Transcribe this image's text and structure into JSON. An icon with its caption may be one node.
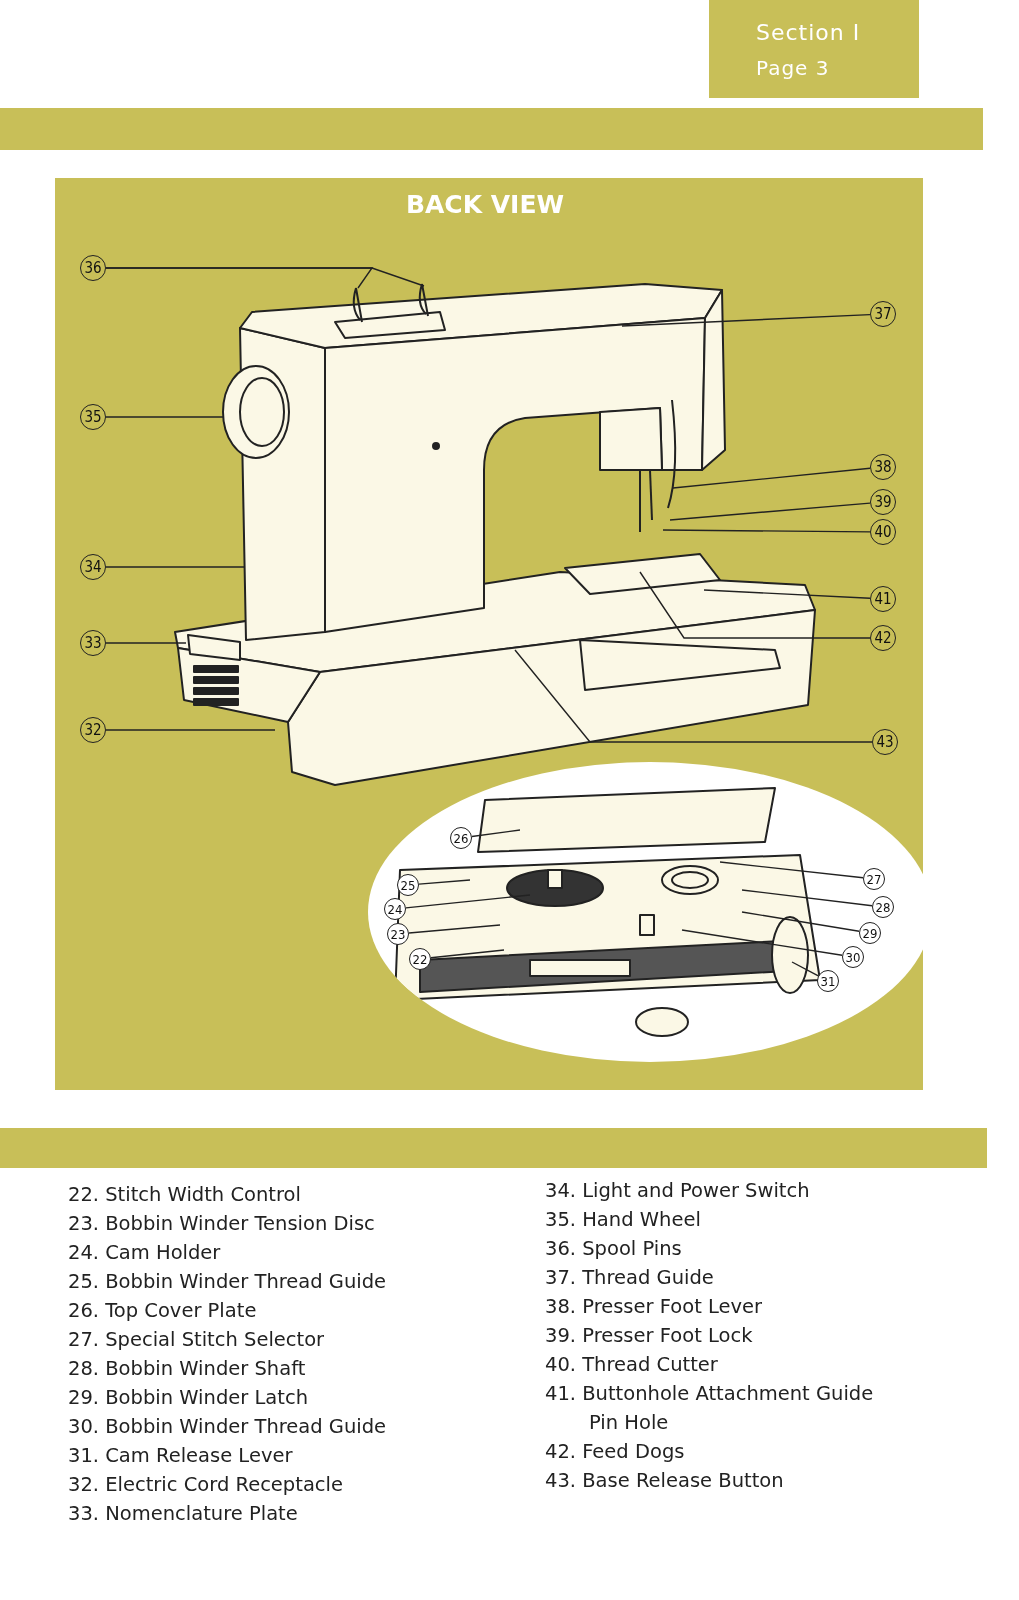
{
  "diagram": {
    "title": "BACK VIEW",
    "nodes": [
      {
        "text": [
          "36"
        ]
      },
      {
        "text": [
          "37"
        ]
      },
      {
        "text": [
          "35"
        ]
      },
      {
        "text": [
          "38"
        ]
      },
      {
        "text": [
          "39"
        ]
      },
      {
        "text": [
          "40"
        ]
      },
      {
        "text": [
          "34"
        ]
      },
      {
        "text": [
          "41"
        ]
      },
      {
        "text": [
          "42"
        ]
      },
      {
        "text": [
          "33"
        ]
      },
      {
        "text": [
          "32"
        ]
      },
      {
        "text": [
          "43"
        ]
      },
      {
        "text": [
          "26"
        ]
      },
      {
        "text": [
          "27"
        ]
      },
      {
        "text": [
          "25"
        ]
      },
      {
        "text": [
          "28"
        ]
      },
      {
        "text": [
          "24"
        ]
      },
      {
        "text": [
          "29"
        ]
      },
      {
        "text": [
          "23"
        ]
      },
      {
        "text": [
          "30"
        ]
      },
      {
        "text": [
          "22"
        ]
      },
      {
        "text": [
          "31"
        ]
      }
    ],
    "edges": [
      {
        "from": 0,
        "to": null,
        "arrow": "none"
      },
      {
        "from": 0,
        "to": null,
        "arrow": "none"
      },
      {
        "from": 1,
        "to": null,
        "arrow": "none"
      },
      {
        "from": 2,
        "to": null,
        "arrow": "none"
      },
      {
        "from": 3,
        "to": null,
        "arrow": "none"
      },
      {
        "from": 4,
        "to": null,
        "arrow": "none"
      },
      {
        "from": 5,
        "to": null,
        "arrow": "none"
      },
      {
        "from": 6,
        "to": null,
        "arrow": "none"
      },
      {
        "from": 7,
        "to": null,
        "arrow": "none"
      },
      {
        "from": 8,
        "to": null,
        "arrow": "none"
      },
      {
        "from": 9,
        "to": null,
        "arrow": "none"
      },
      {
        "from": 10,
        "to": null,
        "arrow": "none"
      },
      {
        "from": 11,
        "to": null,
        "arrow": "none"
      },
      {
        "from": 12,
        "to": null,
        "arrow": "none"
      },
      {
        "from": 13,
        "to": null,
        "arrow": "none"
      },
      {
        "from": 14,
        "to": null,
        "arrow": "none"
      },
      {
        "from": 15,
        "to": null,
        "arrow": "none"
      },
      {
        "from": 16,
        "to": null,
        "arrow": "none"
      },
      {
        "from": 17,
        "to": null,
        "arrow": "none"
      },
      {
        "from": 18,
        "to": null,
        "arrow": "none"
      },
      {
        "from": 19,
        "to": null,
        "arrow": "none"
      },
      {
        "from": 20,
        "to": null,
        "arrow": "none"
      },
      {
        "from": 21,
        "to": null,
        "arrow": "none"
      }
    ],
    "labels": [
      "Section I",
      "Page 3",
      "22. Stitch Width Control",
      "23. Bobbin Winder Tension Disc",
      "24. Cam Holder",
      "25. Bobbin Winder Thread Guide",
      "26. Top Cover Plate",
      "27. Special Stitch Selector",
      "28. Bobbin Winder Shaft",
      "29. Bobbin Winder Latch",
      "30. Bobbin Winder Thread Guide",
      "31. Cam Release Lever",
      "32. Electric Cord Receptacle",
      "33. Nomenclature Plate",
      "34. Light and Power Switch",
      "35. Hand Wheel",
      "36. Spool Pins",
      "37. Thread Guide",
      "38. Presser Foot Lever",
      "39. Presser Foot Lock",
      "40. Thread Cutter",
      "41. Buttonhole Attachment Guide Pin Hole",
      "42. Feed Dogs",
      "43. Base Release Button"
    ]
  }
}
